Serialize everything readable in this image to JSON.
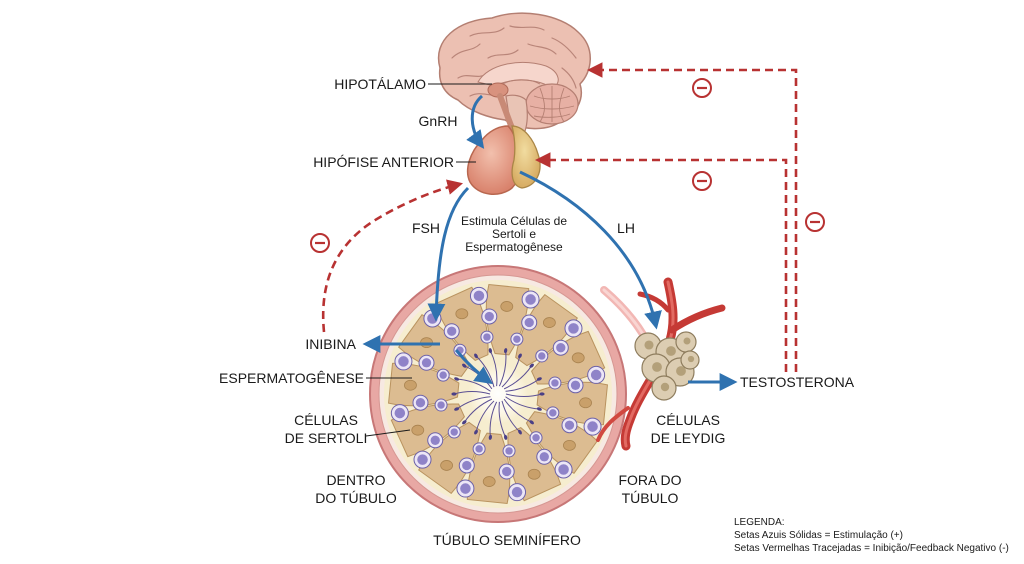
{
  "labels": {
    "hypothalamus": "HIPOTÁLAMO",
    "gnrh": "GnRH",
    "anterior_pituitary": "HIPÓFISE ANTERIOR",
    "fsh": "FSH",
    "lh": "LH",
    "fsh_note": [
      "Estimula Células de",
      "Sertoli e",
      "Espermatogênese"
    ],
    "inhibin": "INIBINA",
    "spermatogenesis": "ESPERMATOGÊNESE",
    "sertoli_cells": [
      "CÉLULAS",
      "DE SERTOLI"
    ],
    "inside_tubule": [
      "DENTRO",
      "DO TÚBULO"
    ],
    "seminiferous_tubule": "TÚBULO SEMINÍFERO",
    "outside_tubule": [
      "FORA DO",
      "TÚBULO"
    ],
    "leydig_cells": [
      "CÉLULAS",
      "DE LEYDIG"
    ],
    "testosterone": "TESTOSTERONA",
    "inhibition_symbol": "⊖"
  },
  "legend": {
    "title": "LEGENDA:",
    "items": [
      "Setas Azuis Sólidas = Estimulação (+)",
      "Setas Vermelhas Tracejadas = Inibição/Feedback Negativo (-)"
    ]
  },
  "colors": {
    "stimulation": "#2f72b0",
    "inhibition": "#b83232",
    "brain": "#e9b6a6",
    "pituitary": "#e39a86",
    "tubule_wall": "#e7a3a2",
    "sertoli": "#dcbc91",
    "germ_cell": "#8f83c8",
    "leydig": "#dccdb2"
  }
}
